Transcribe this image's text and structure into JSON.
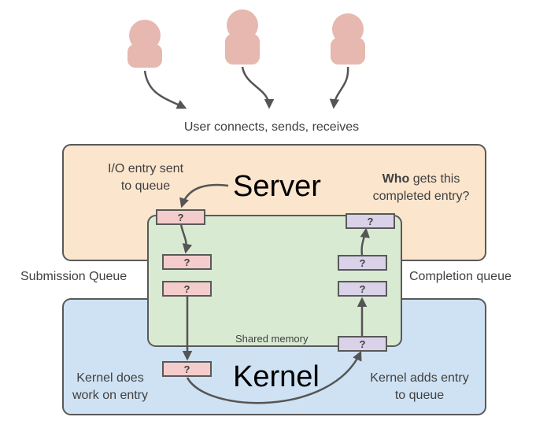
{
  "header_label": "User connects, sends, receives",
  "server": {
    "title": "Server",
    "io_entry_line1": "I/O entry sent",
    "io_entry_line2": "to queue",
    "who_bold": "Who",
    "who_rest": " gets this",
    "who_line2": "completed entry?"
  },
  "kernel": {
    "title": "Kernel",
    "does_line1": "Kernel does",
    "does_line2": "work on entry",
    "adds_line1": "Kernel adds entry",
    "adds_line2": "to queue"
  },
  "submission_queue_label": "Submission Queue",
  "completion_queue_label": "Completion queue",
  "shared_memory_label": "Shared memory",
  "entry_glyph": "?",
  "colors": {
    "user_icon": "#e6b8af",
    "server_fill": "#fce5cd",
    "kernel_fill": "#cfe2f3",
    "shared_fill": "#d9ead3",
    "submission_entry": "#f4cccc",
    "completion_entry": "#d9d2e9",
    "stroke": "#555555"
  }
}
